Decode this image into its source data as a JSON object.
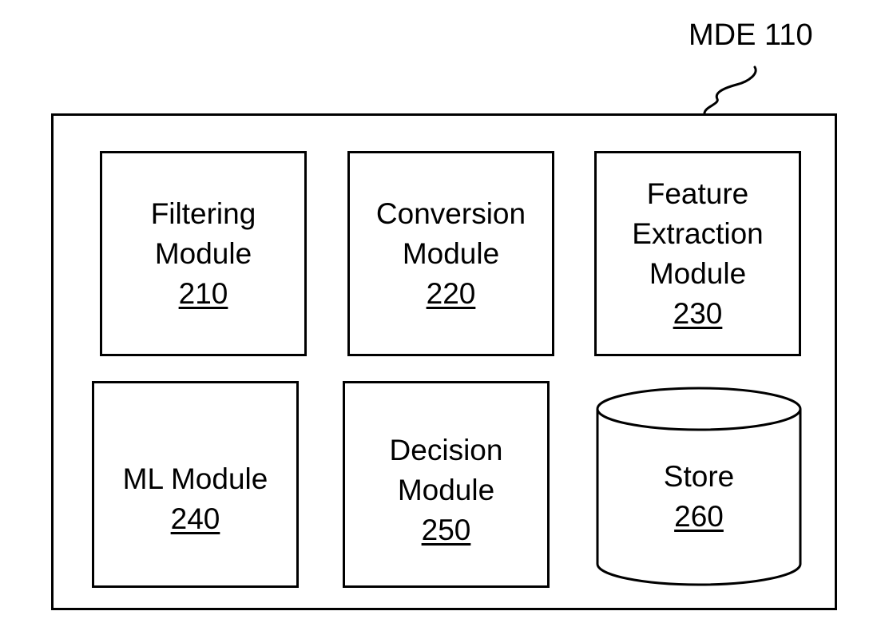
{
  "container": {
    "label": "MDE 110"
  },
  "modules": [
    {
      "name_lines": [
        "Filtering",
        "Module"
      ],
      "ref": "210"
    },
    {
      "name_lines": [
        "Conversion",
        "Module"
      ],
      "ref": "220"
    },
    {
      "name_lines": [
        "Feature",
        "Extraction",
        "Module"
      ],
      "ref": "230"
    },
    {
      "name_lines": [
        "ML Module"
      ],
      "ref": "240"
    },
    {
      "name_lines": [
        "Decision",
        "Module"
      ],
      "ref": "250"
    }
  ],
  "store": {
    "name": "Store",
    "ref": "260",
    "shape": "cylinder"
  }
}
